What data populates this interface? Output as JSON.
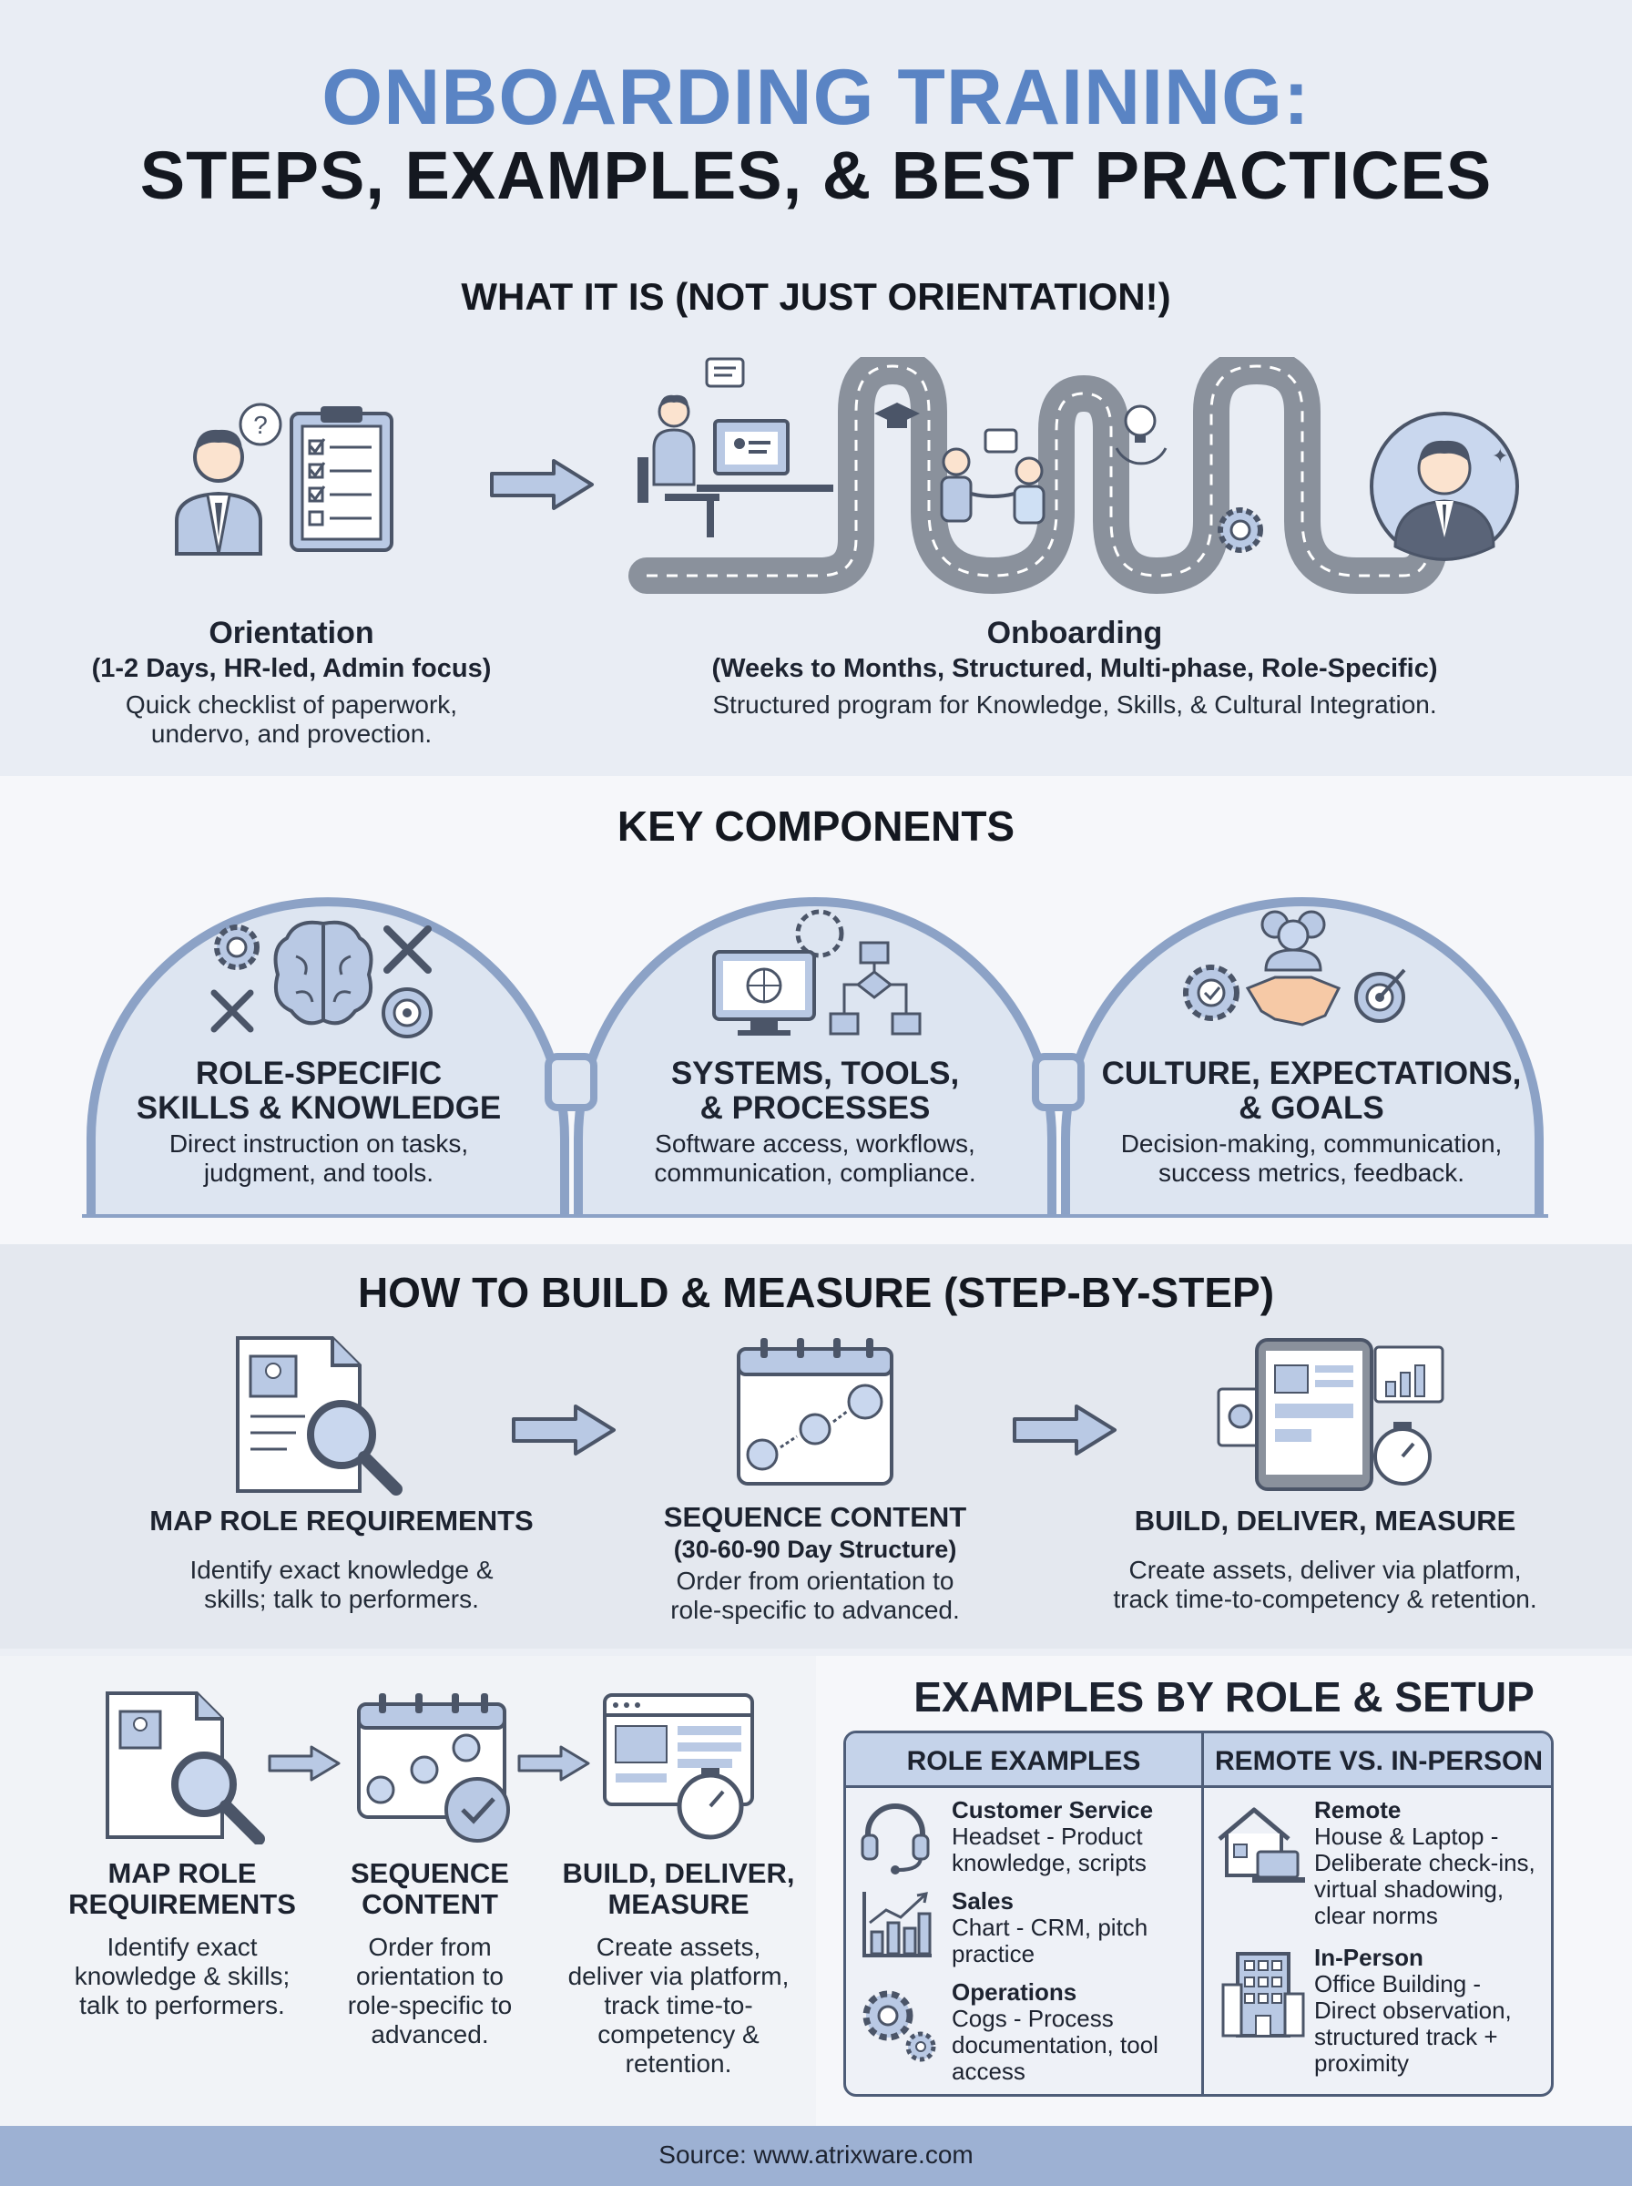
{
  "header": {
    "title_line1": "ONBOARDING TRAINING:",
    "title_line2": "STEPS, EXAMPLES, & BEST PRACTICES"
  },
  "what_it_is": {
    "title": "WHAT IT IS (NOT JUST ORIENTATION!)",
    "orientation": {
      "title": "Orientation",
      "subtitle": "(1-2 Days, HR-led, Admin focus)",
      "body_line1": "Quick checklist of paperwork,",
      "body_line2": "undervo, and provection."
    },
    "onboarding": {
      "title": "Onboarding",
      "subtitle": "(Weeks to Months, Structured, Multi-phase, Role-Specific)",
      "body": "Structured program for Knowledge, Skills, & Cultural Integration."
    }
  },
  "key_components": {
    "title": "KEY COMPONENTS",
    "items": [
      {
        "title1": "ROLE-SPECIFIC",
        "title2": "SKILLS & KNOWLEDGE",
        "body1": "Direct instruction on tasks,",
        "body2": "judgment, and tools."
      },
      {
        "title1": "SYSTEMS, TOOLS,",
        "title2": "& PROCESSES",
        "body1": "Software access, workflows,",
        "body2": "communication, compliance."
      },
      {
        "title1": "CULTURE, EXPECTATIONS,",
        "title2": "& GOALS",
        "body1": "Decision-making, communication,",
        "body2": "success metrics, feedback."
      }
    ]
  },
  "how_to": {
    "title": "HOW TO BUILD & MEASURE (STEP-BY-STEP)",
    "steps": [
      {
        "title": "MAP ROLE REQUIREMENTS",
        "sub": "",
        "body1": "Identify exact knowledge &",
        "body2": "skills; talk to performers."
      },
      {
        "title": "SEQUENCE CONTENT",
        "sub": "(30-60-90 Day Structure)",
        "body1": "Order from orientation to",
        "body2": "role-specific to advanced."
      },
      {
        "title": "BUILD, DELIVER, MEASURE",
        "sub": "",
        "body1": "Create assets, deliver via platform,",
        "body2": "track time-to-competency & retention."
      }
    ]
  },
  "mini_steps": [
    {
      "t1": "MAP ROLE",
      "t2": "REQUIREMENTS",
      "b": [
        "Identify exact",
        "knowledge & skills;",
        "talk to performers."
      ]
    },
    {
      "t1": "SEQUENCE",
      "t2": "CONTENT",
      "b": [
        "Order from",
        "orientation to",
        "role-specific to",
        "advanced."
      ]
    },
    {
      "t1": "BUILD, DELIVER,",
      "t2": "MEASURE",
      "b": [
        "Create assets,",
        "deliver via platform,",
        "track time-to-",
        "competency &",
        "retention."
      ]
    }
  ],
  "examples": {
    "title": "EXAMPLES BY ROLE & SETUP",
    "col1_header": "ROLE EXAMPLES",
    "col2_header": "REMOTE VS. IN-PERSON",
    "roles": [
      {
        "title": "Customer Service",
        "lines": [
          "Headset - Product",
          "knowledge, scripts"
        ]
      },
      {
        "title": "Sales",
        "lines": [
          "Chart - CRM, pitch",
          "practice"
        ]
      },
      {
        "title": "Operations",
        "lines": [
          "Cogs - Process",
          "documentation, tool",
          "access"
        ]
      }
    ],
    "setups": [
      {
        "title": "Remote",
        "lines": [
          "House & Laptop -",
          "Deliberate check-ins,",
          "virtual shadowing,",
          "clear norms"
        ]
      },
      {
        "title": "In-Person",
        "lines": [
          "Office Building -",
          "Direct observation,",
          "structured track +",
          "proximity"
        ]
      }
    ]
  },
  "footer": {
    "source": "Source: www.atrixware.com"
  },
  "colors": {
    "accent": "#5a84c4",
    "icon_fill": "#b9c9e4",
    "icon_stroke": "#4b5568",
    "footer": "#9db1d3"
  }
}
